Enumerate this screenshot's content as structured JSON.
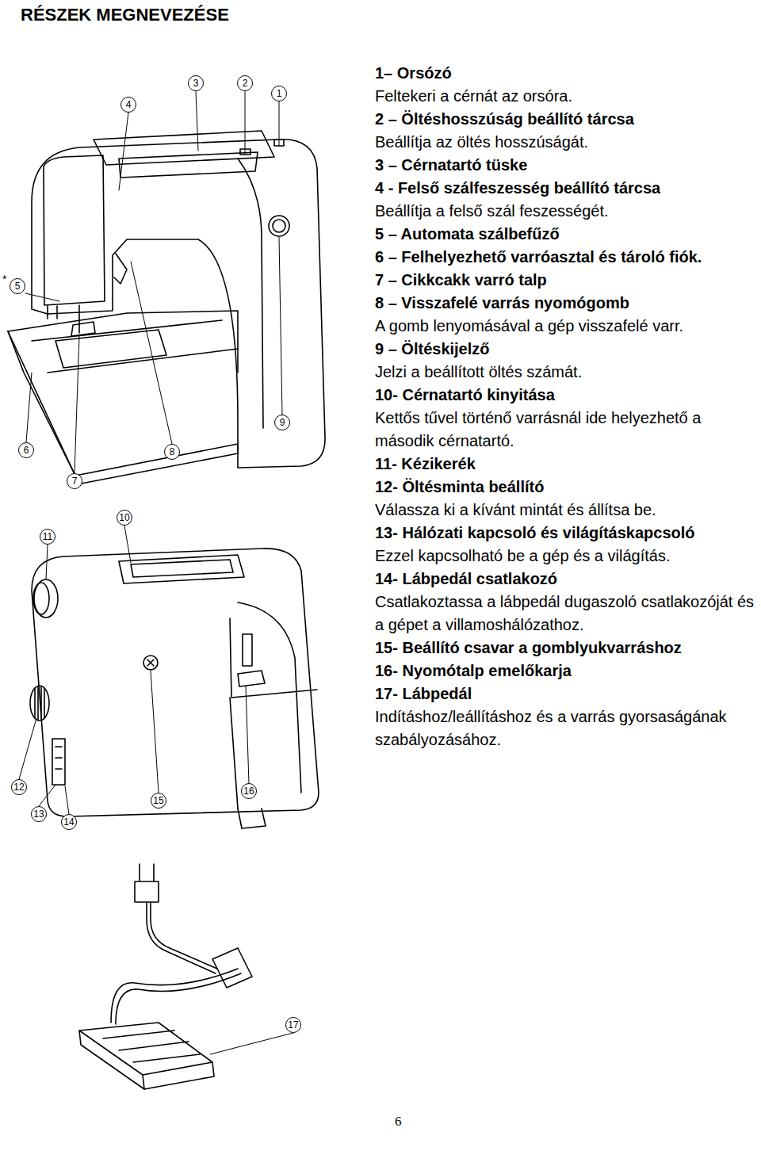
{
  "diagram": {
    "title": "RÉSZEK MEGNEVEZÉSE",
    "nodes": [
      {
        "text": [
          "1"
        ]
      },
      {
        "text": [
          "2"
        ]
      },
      {
        "text": [
          "3"
        ]
      },
      {
        "text": [
          "4"
        ]
      },
      {
        "text": [
          "5"
        ]
      },
      {
        "text": [
          "6"
        ]
      },
      {
        "text": [
          "7"
        ]
      },
      {
        "text": [
          "8"
        ]
      },
      {
        "text": [
          "9"
        ]
      },
      {
        "text": [
          "10"
        ]
      },
      {
        "text": [
          "11"
        ]
      },
      {
        "text": [
          "12"
        ]
      },
      {
        "text": [
          "13"
        ]
      },
      {
        "text": [
          "14"
        ]
      },
      {
        "text": [
          "15"
        ]
      },
      {
        "text": [
          "16"
        ]
      },
      {
        "text": [
          "17"
        ]
      }
    ],
    "labels": [
      "1– Orsózó",
      "Feltekeri a cérnát az orsóra.",
      "2 – Öltéshosszúság beállító tárcsa",
      "Beállítja az öltés hosszúságát.",
      "3 – Cérnatartó tüske",
      "4 - Felső szálfeszesség beállító tárcsa",
      "Beállítja a felső szál feszességét.",
      "5 – Automata szálbefűző",
      "6 – Felhelyezhető varróasztal és tároló fiók.",
      "7 – Cikkcakk varró talp",
      "8 – Visszafelé varrás nyomógomb",
      "A gomb lenyomásával a gép visszafelé varr.",
      "9 – Öltéskijelző",
      "Jelzi a beállított öltés számát.",
      "10- Cérnatartó kinyitása",
      "Kettős tűvel történő varrásnál ide helyezhető a második cérnatartó.",
      "11- Kézikerék",
      "12- Öltésminta beállító",
      "Válassza ki a kívánt mintát és állítsa be.",
      "13- Hálózati kapcsoló és világításkapcsoló",
      "Ezzel kapcsolható be a gép és a világítás.",
      "14- Lábpedál csatlakozó",
      "Csatlakoztassa a lábpedál dugaszoló csatlakozóját és a gépet a villamoshálózathoz.",
      "15- Beállító csavar a gomblyukvarráshoz",
      "16- Nyomótalp emelőkarja",
      "17- Lábpedál",
      "Indításhoz/leállításhoz és a varrás gyorsaságának szabályozásához.",
      "*",
      "6"
    ]
  }
}
